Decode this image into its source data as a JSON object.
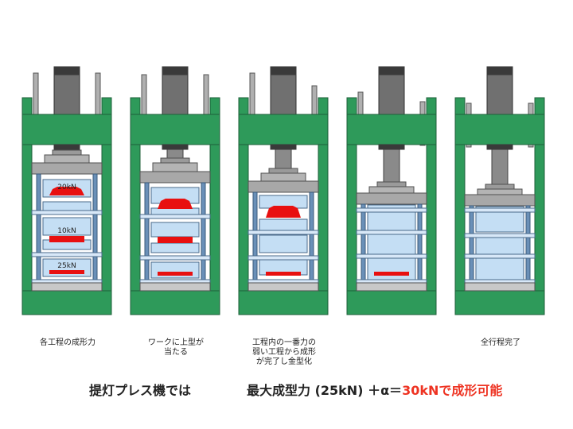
{
  "colors": {
    "frame": "#2e9a5a",
    "frame_stroke": "#1f5f3a",
    "ram": "#3a3a3a",
    "platen": "#a8a8a8",
    "die": "#c4def4",
    "die_stroke": "#4a6a8a",
    "guide": "#6a90b8",
    "work": "#e81010",
    "accent": "#ee3322"
  },
  "stages": [
    {
      "caption": [
        "各工程の成形力"
      ],
      "forces": [
        "20kN",
        "10kN",
        "25kN"
      ]
    },
    {
      "caption": [
        "ワークに上型が",
        "当たる"
      ]
    },
    {
      "caption": [
        "工程内の一番力の",
        "弱い工程から成形",
        "が完了し金型化"
      ]
    },
    {
      "caption": []
    },
    {
      "caption": [
        "全行程完了"
      ]
    }
  ],
  "bottom": {
    "label": "提灯プレス機では",
    "formula": "最大成型力 (25kN) ＋α＝",
    "result": "30kNで成形可能"
  }
}
